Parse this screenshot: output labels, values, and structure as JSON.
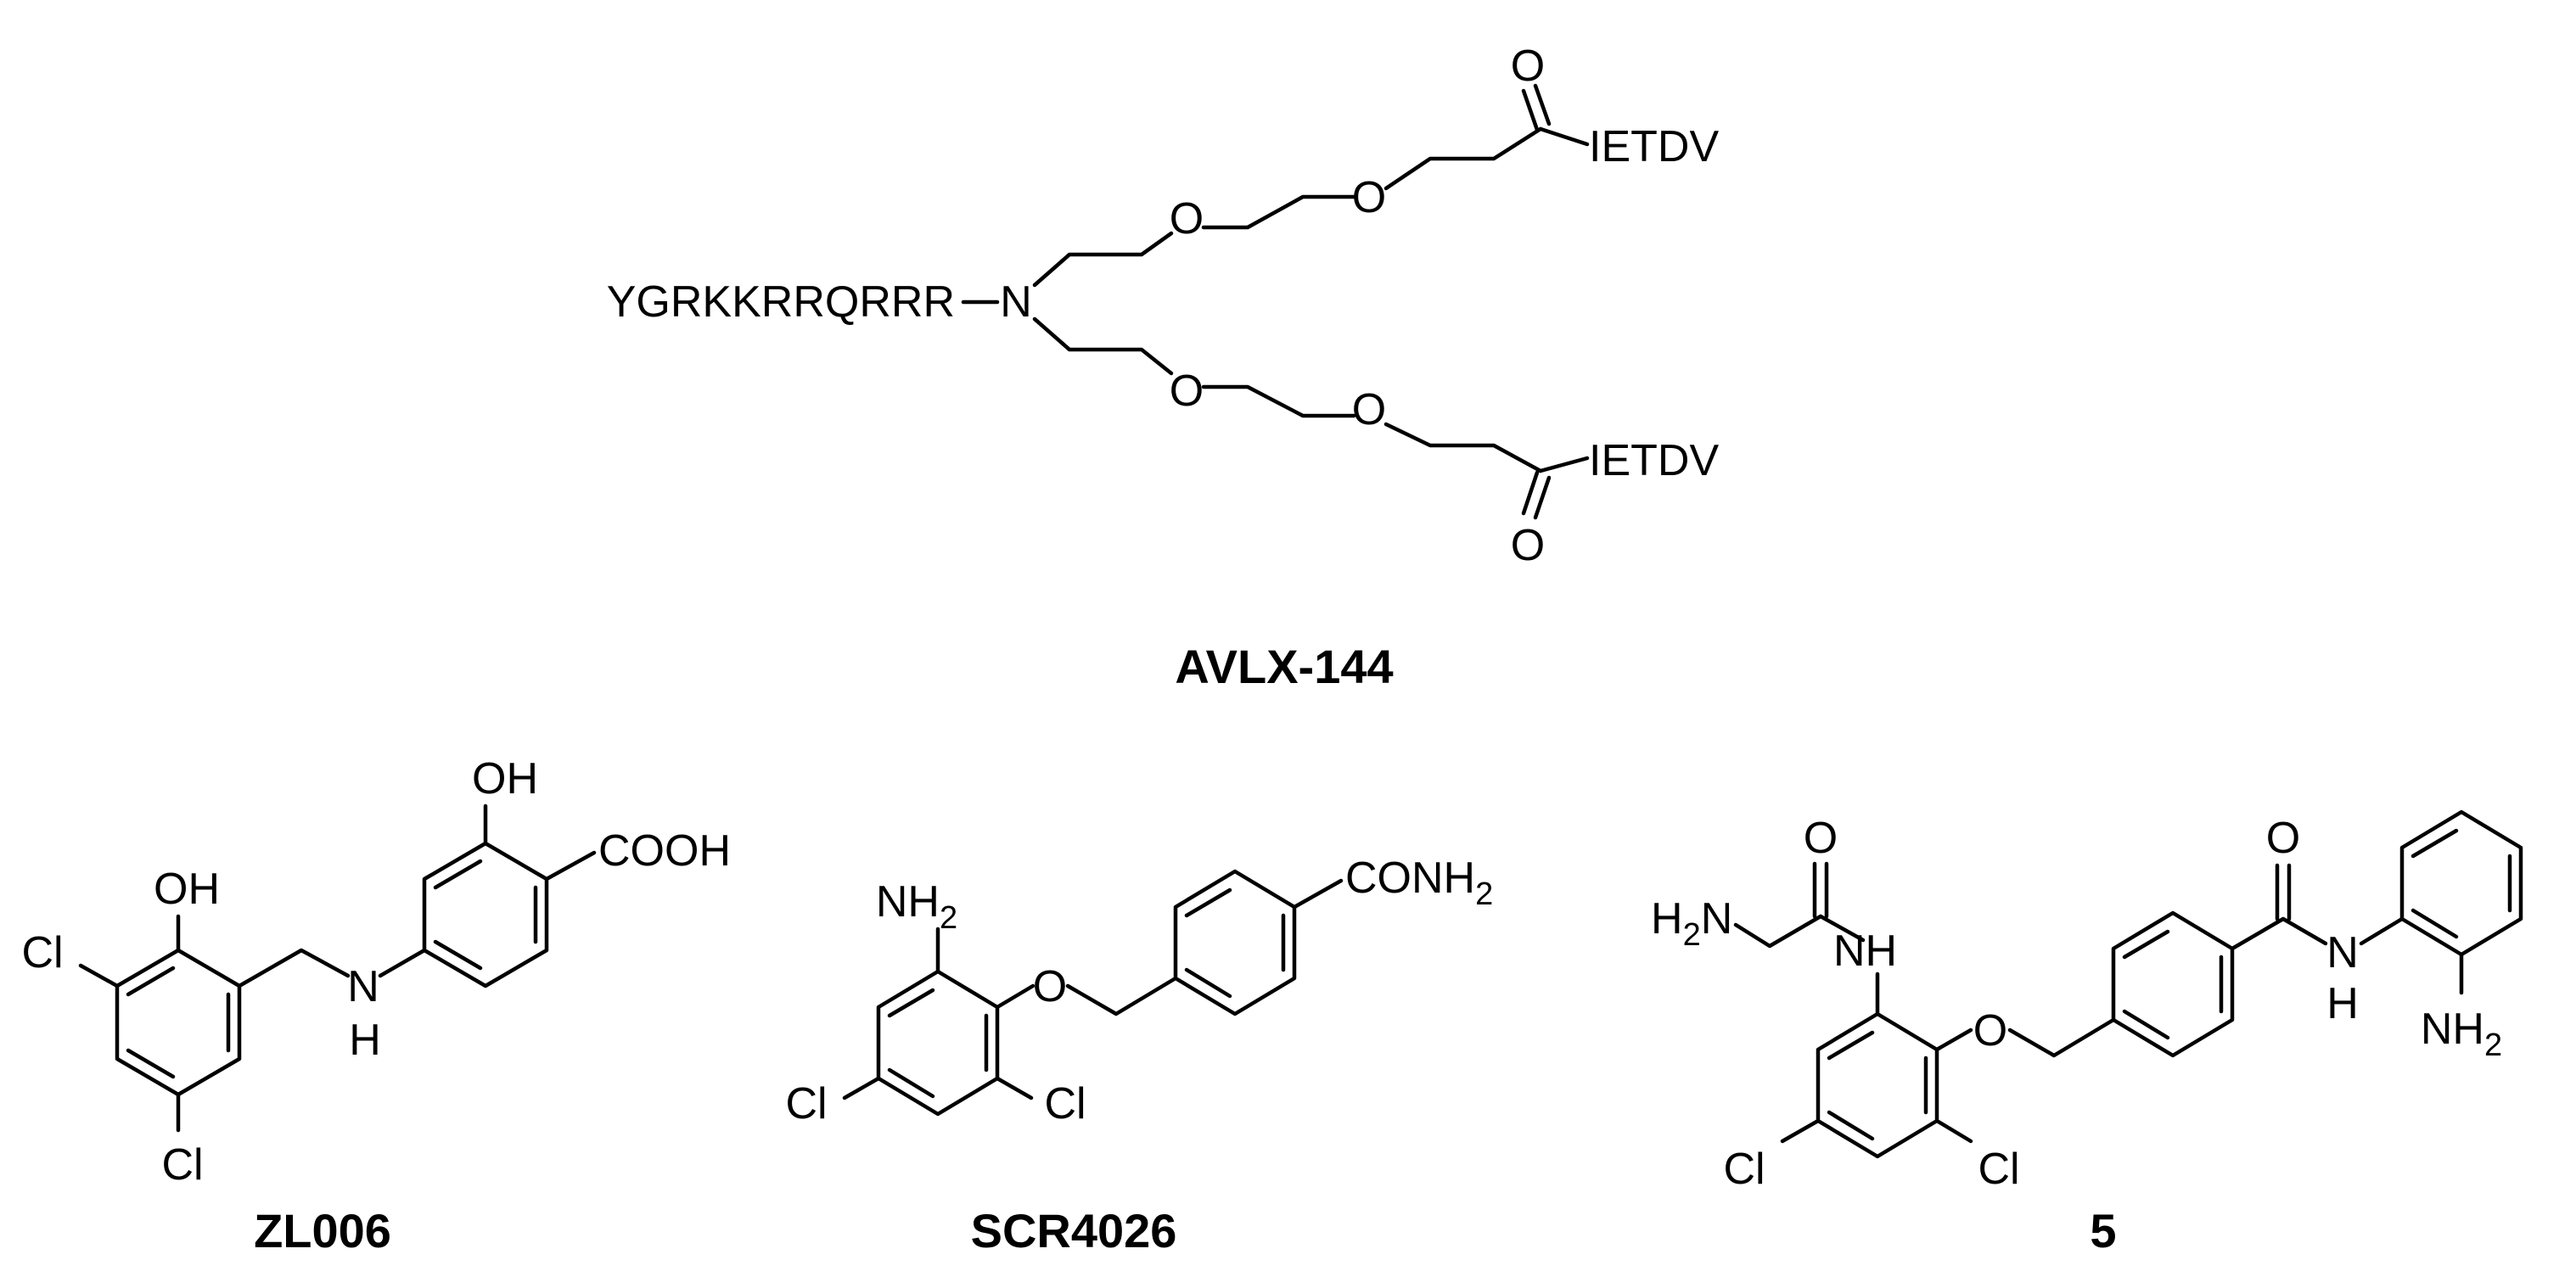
{
  "compounds": {
    "avlx144": {
      "name": "AVLX-144",
      "peptide_tat": "YGRKKRRQRRR",
      "nitrogen": "N",
      "ether_oxygen": "O",
      "carbonyl_oxygen": "O",
      "terminal_peptide": "IETDV"
    },
    "zl006": {
      "name": "ZL006",
      "hydroxyl": "OH",
      "chloro": "Cl",
      "amine_n": "N",
      "amine_h": "H",
      "acid": "COOH"
    },
    "scr4026": {
      "name": "SCR4026",
      "amine": "NH",
      "subscript_2": "2",
      "ether_oxygen": "O",
      "chloro": "Cl",
      "amide": "CONH"
    },
    "compound5": {
      "name": "5",
      "h2n_h": "H",
      "h2n_n": "N",
      "subscript_2": "2",
      "carbonyl_oxygen": "O",
      "nh": "NH",
      "n": "N",
      "h": "H",
      "ether_oxygen": "O",
      "chloro": "Cl"
    }
  },
  "style": {
    "ink": "#000000",
    "background": "#ffffff"
  }
}
